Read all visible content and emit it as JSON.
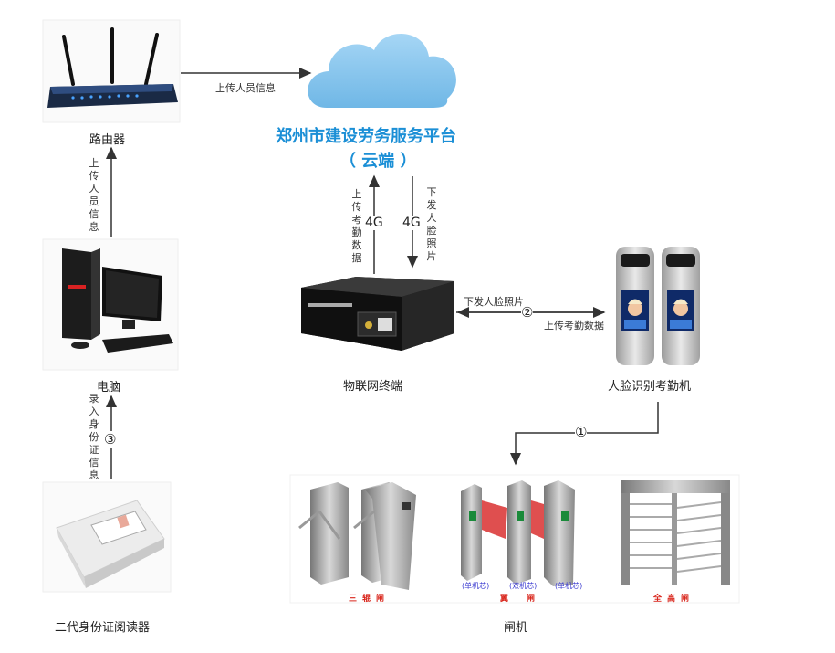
{
  "nodes": {
    "router": "路由器",
    "pc": "电脑",
    "reader": "二代身份证阅读器",
    "cloud_title": "郑州市建设劳务服务平台",
    "cloud_sub": "（ 云端 ）",
    "iot": "物联网终端",
    "face": "人脸识别考勤机",
    "gate": "闸机"
  },
  "edges": {
    "router_to_cloud": "上传人员信息",
    "pc_to_router": "上传人员信息",
    "reader_to_pc": "录入身份证信息",
    "iot_to_cloud": "上传考勤数据",
    "cloud_to_iot": "下发人脸照片",
    "iot_to_face": "下发人脸照片",
    "face_to_iot": "上传考勤数据",
    "net_4g_left": "4G",
    "net_4g_right": "4G",
    "step_1": "①",
    "step_2": "②",
    "step_3": "③"
  },
  "gates": {
    "tripod": "三辊闸",
    "wing": "翼闸",
    "full_height": "全高闸",
    "single_left": "(单机芯)",
    "double": "(双机芯)",
    "single_right": "(单机芯)"
  },
  "colors": {
    "title_blue": "#1b8fd6",
    "cloud_blue": "#8ec9f0",
    "gate_red": "#d9261c",
    "arrow": "#333333"
  }
}
